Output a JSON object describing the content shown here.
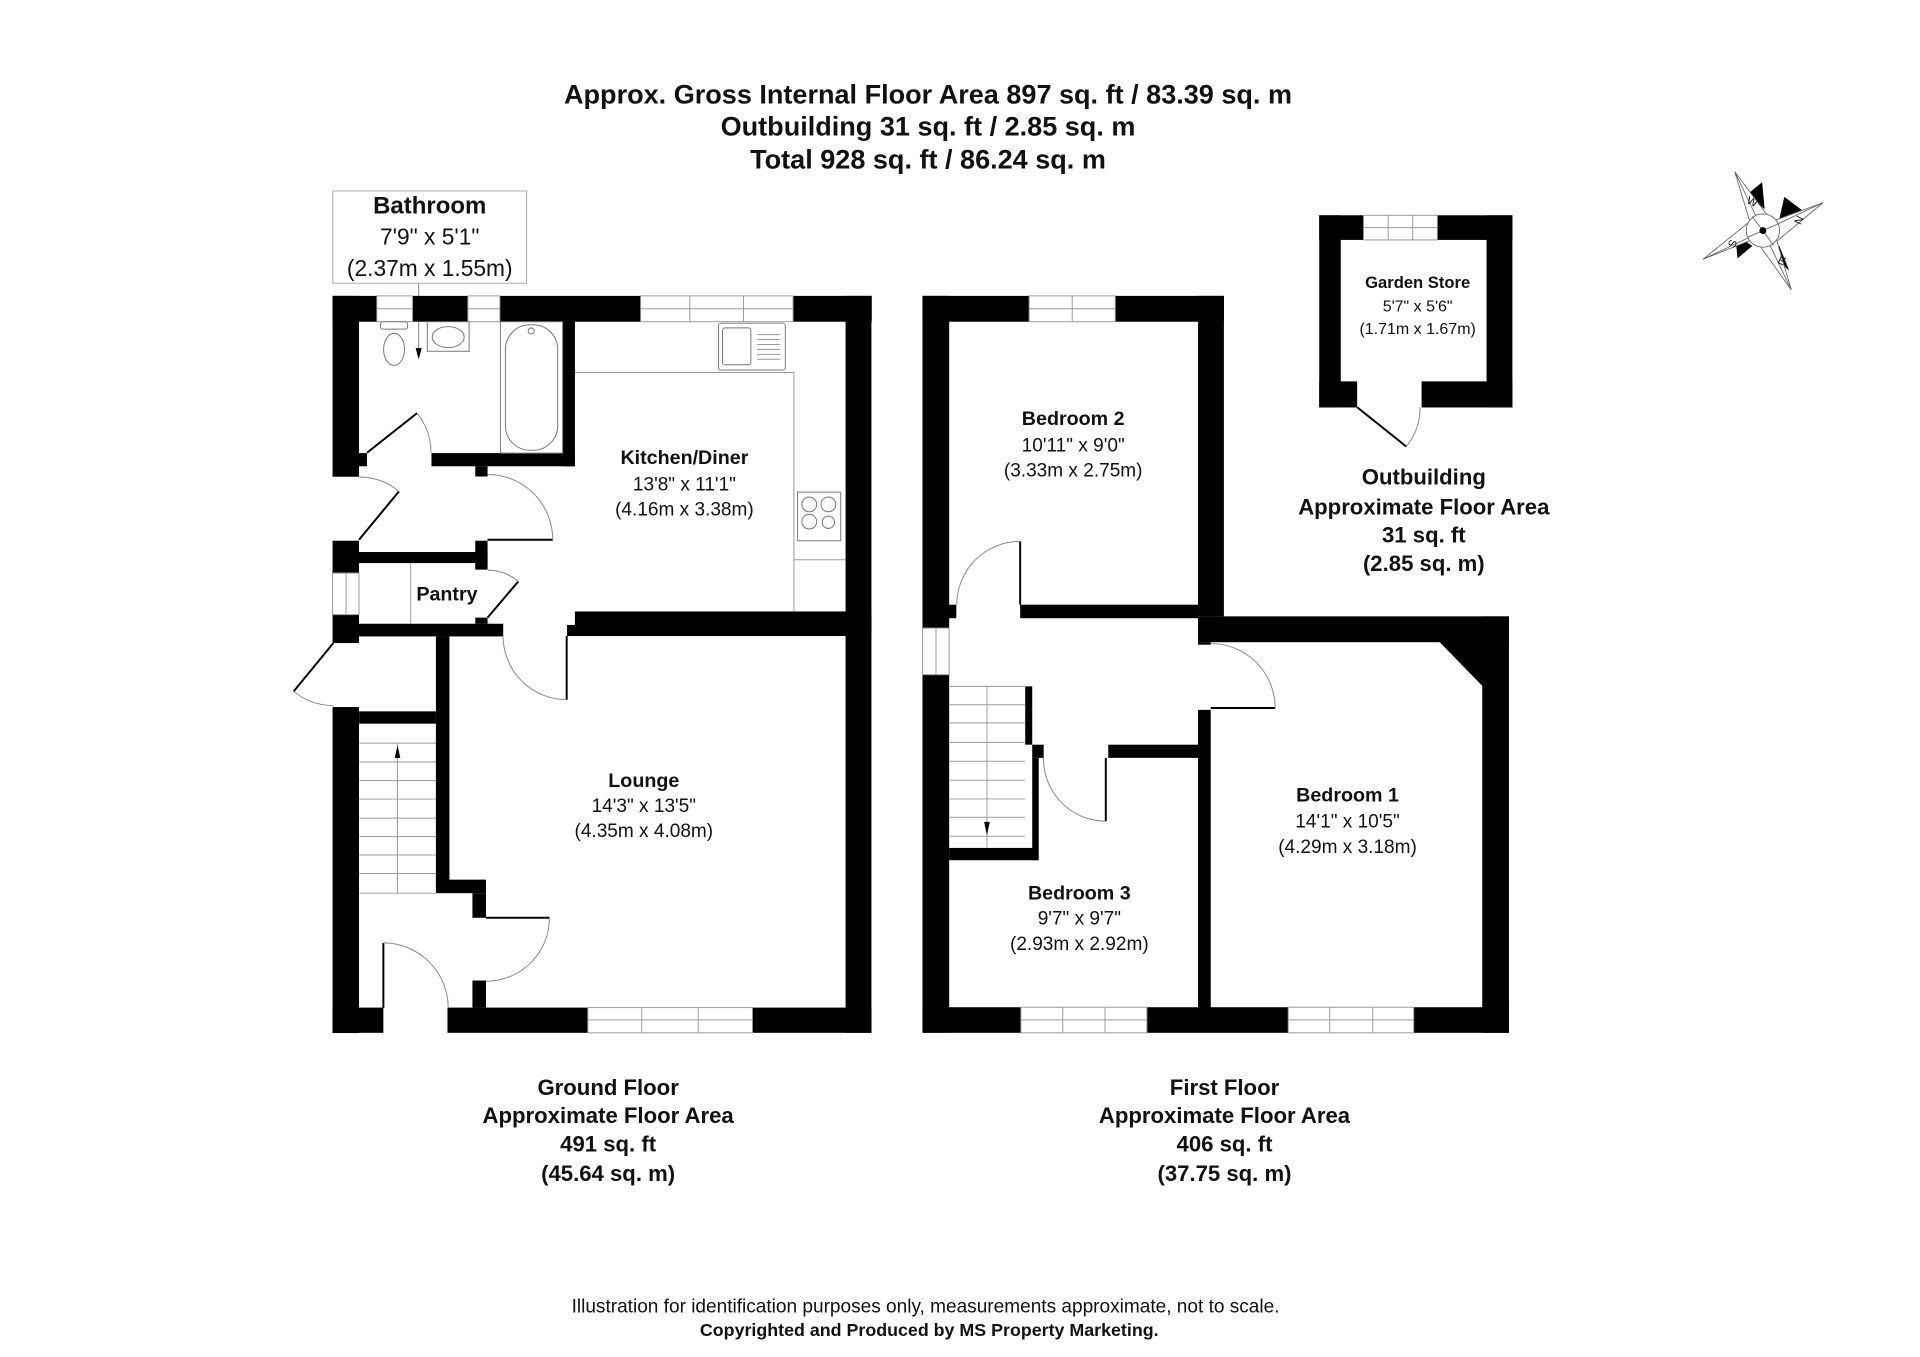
{
  "title": {
    "line1": "Approx. Gross Internal Floor Area 897 sq. ft / 83.39 sq. m",
    "line2": "Outbuilding 31 sq. ft / 2.85 sq. m",
    "line3": "Total 928 sq. ft / 86.24 sq. m"
  },
  "rooms": {
    "bathroom": {
      "name": "Bathroom",
      "imperial": "7'9\" x 5'1\"",
      "metric": "(2.37m x 1.55m)"
    },
    "kitchen": {
      "name": "Kitchen/Diner",
      "imperial": "13'8\" x 11'1\"",
      "metric": "(4.16m x 3.38m)"
    },
    "pantry": {
      "name": "Pantry"
    },
    "lounge": {
      "name": "Lounge",
      "imperial": "14'3\" x 13'5\"",
      "metric": "(4.35m x 4.08m)"
    },
    "bedroom2": {
      "name": "Bedroom 2",
      "imperial": "10'11\" x 9'0\"",
      "metric": "(3.33m x 2.75m)"
    },
    "bedroom1": {
      "name": "Bedroom 1",
      "imperial": "14'1\" x 10'5\"",
      "metric": "(4.29m x 3.18m)"
    },
    "bedroom3": {
      "name": "Bedroom 3",
      "imperial": "9'7\" x 9'7\"",
      "metric": "(2.93m x 2.92m)"
    },
    "garden_store": {
      "name": "Garden Store",
      "imperial": "5'7\" x 5'6\"",
      "metric": "(1.71m x 1.67m)"
    }
  },
  "floors": {
    "ground": {
      "name": "Ground Floor",
      "label": "Approximate Floor Area",
      "sqft": "491 sq. ft",
      "sqm": "(45.64 sq. m)"
    },
    "first": {
      "name": "First Floor",
      "label": "Approximate Floor Area",
      "sqft": "406 sq. ft",
      "sqm": "(37.75 sq. m)"
    },
    "outbuilding": {
      "name": "Outbuilding",
      "label": "Approximate Floor Area",
      "sqft": "31 sq. ft",
      "sqm": "(2.85 sq. m)"
    }
  },
  "compass": {
    "n": "N",
    "s": "S",
    "e": "E",
    "w": "W"
  },
  "footer": {
    "disclaimer": "Illustration for identification purposes only, measurements approximate, not to scale.",
    "copyright": "Copyrighted  and Produced by MS Property Marketing."
  },
  "colors": {
    "wall": "#000000",
    "background": "#ffffff",
    "fixture_line": "#9a9a9a"
  }
}
